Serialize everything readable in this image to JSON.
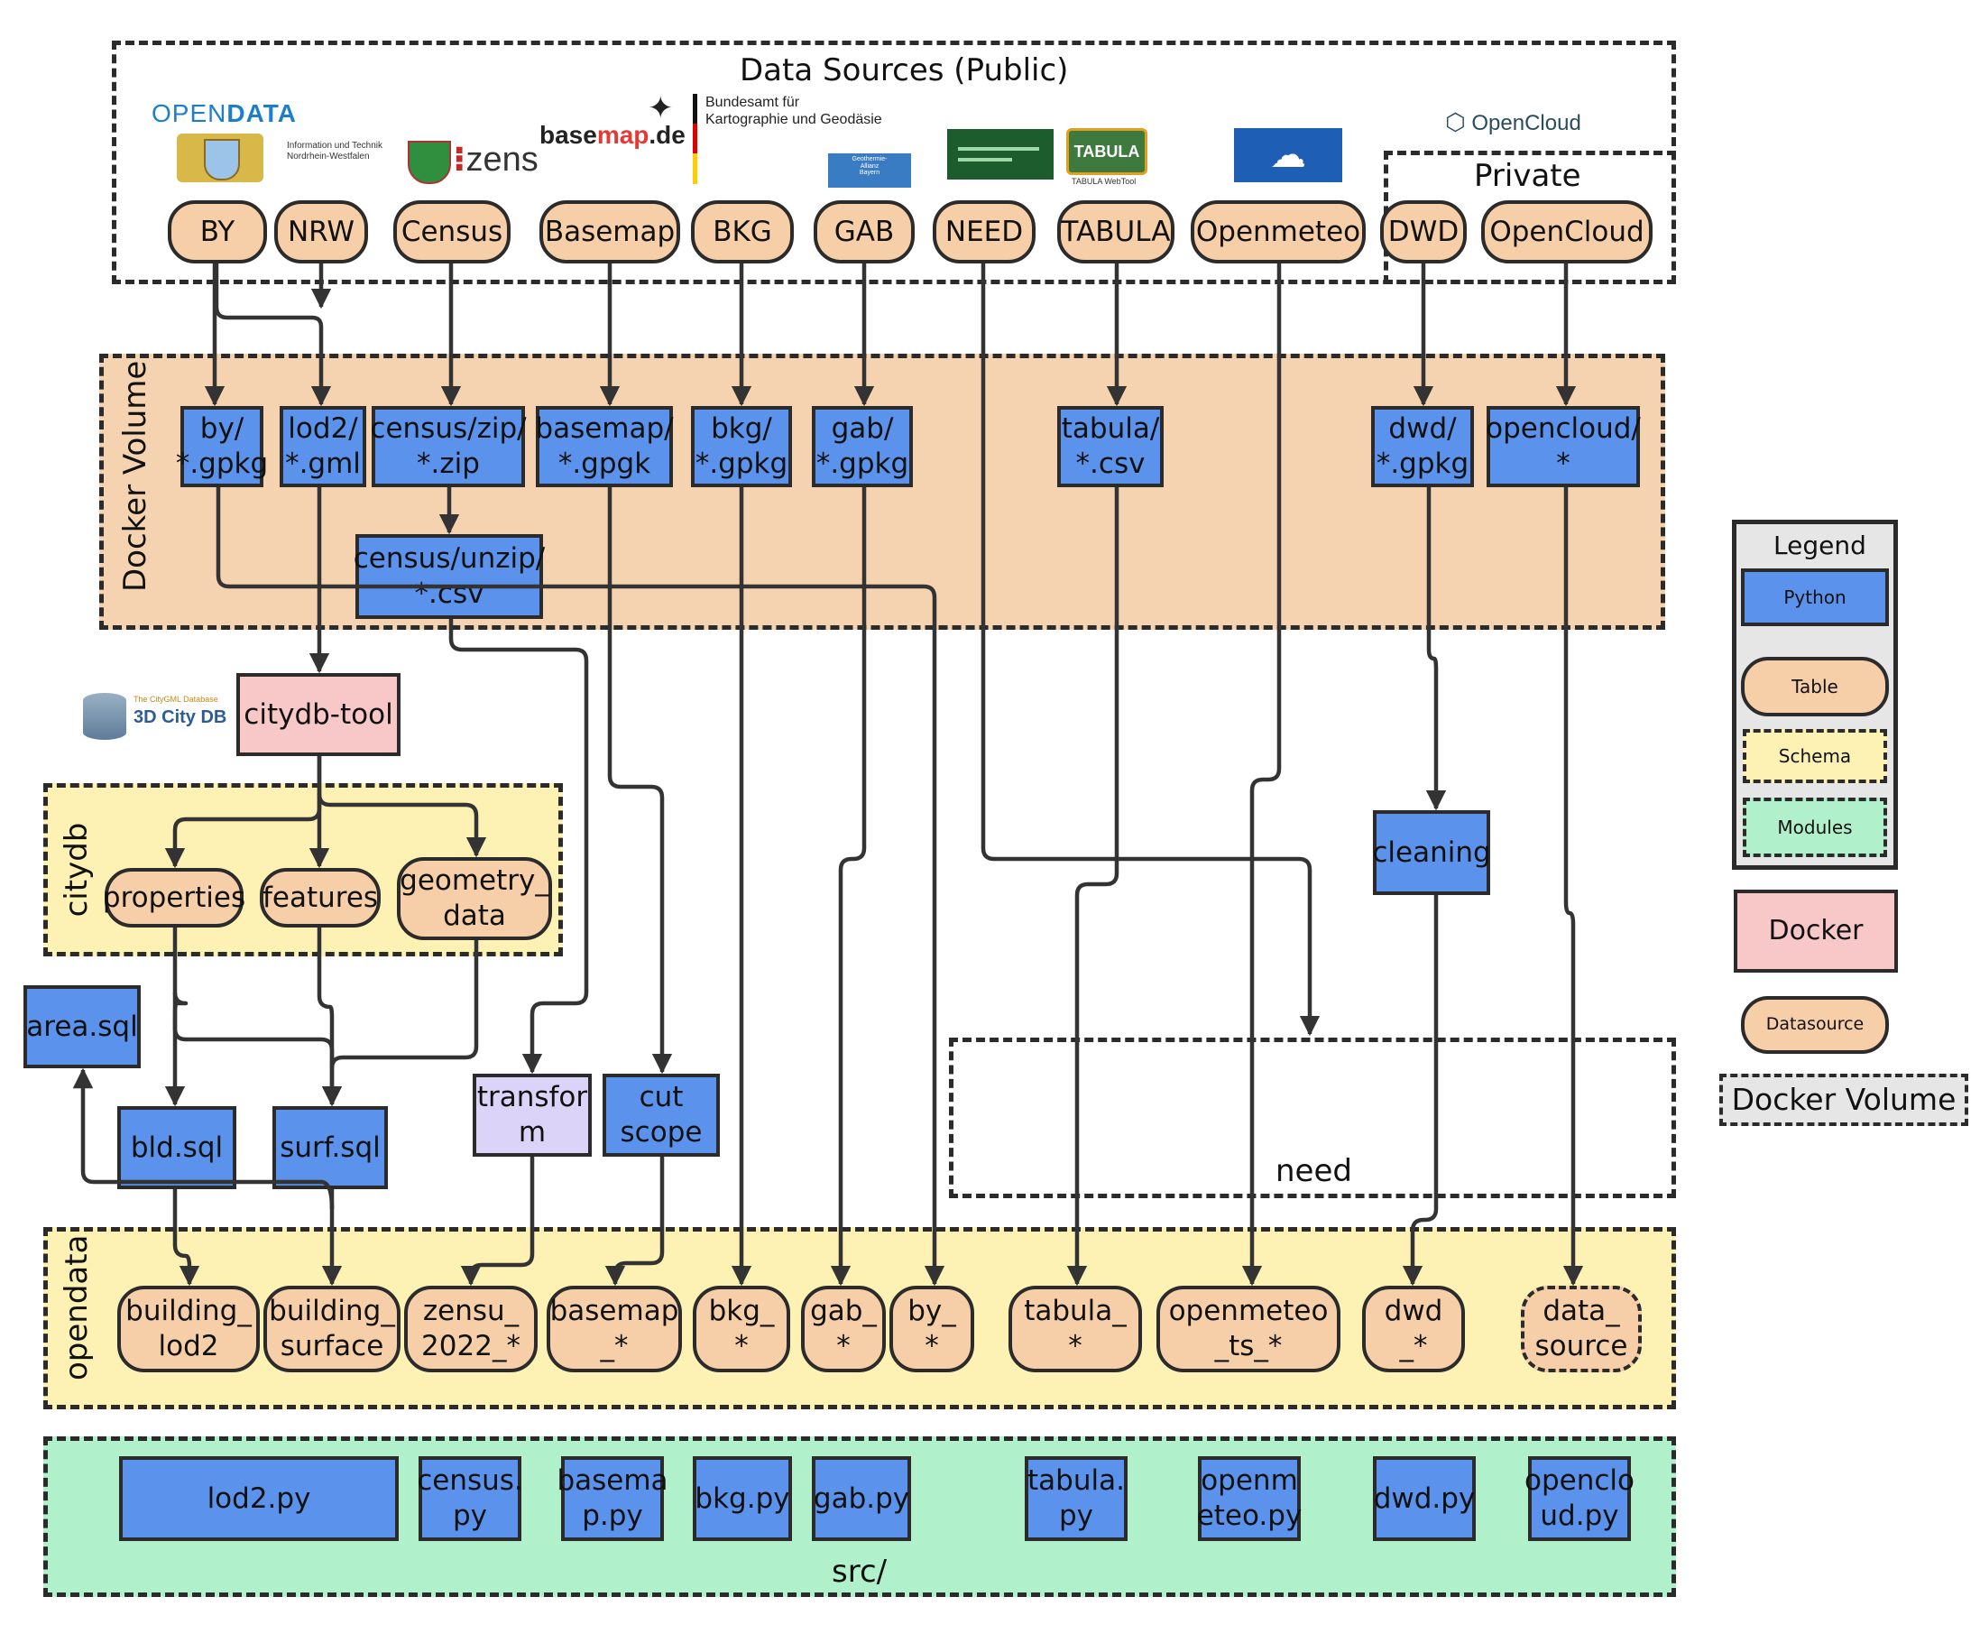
{
  "regions": {
    "data_sources": "Data Sources (Public)",
    "private": "Private",
    "docker_volume": "Docker Volume",
    "citydb": "citydb",
    "opendata": "opendata",
    "src": "src/",
    "need": "need"
  },
  "logos": {
    "opendata_a": "OPEN",
    "opendata_b": "DATA",
    "it_nrw": "Information und Technik\nNordrhein-Westfalen",
    "zensus": "zens",
    "basemap_a": "base",
    "basemap_b": "map",
    "basemap_c": ".de",
    "bkg": "Bundesamt für\nKartographie und Geodäsie",
    "gab": "Geothermie-\nAllianz\nBayern",
    "tabula": "TABULA",
    "tabula_sub": "TABULA WebTool",
    "opencloud": "OpenCloud",
    "citydb_a": "The CityGML Database",
    "citydb_b": "3D City DB"
  },
  "sources": {
    "by": "BY",
    "nrw": "NRW",
    "census": "Census",
    "basemap": "Basemap",
    "bkg": "BKG",
    "gab": "GAB",
    "need": "NEED",
    "tabula": "TABULA",
    "openmeteo": "Openmeteo",
    "dwd": "DWD",
    "opencloud": "OpenCloud"
  },
  "volume": {
    "by": "by/\n*.gpkg",
    "lod2": "lod2/\n*.gml",
    "census_zip": "census/zip/\n*.zip",
    "basemap": "basemap/\n*.gpgk",
    "bkg": "bkg/\n*.gpkg",
    "gab": "gab/\n*.gpkg",
    "tabula": "tabula/\n*.csv",
    "dwd": "dwd/\n*.gpkg",
    "opencloud": "opencloud/\n*",
    "census_unzip": "census/unzip/\n*.csv"
  },
  "middle": {
    "citydb_tool": "citydb-tool",
    "properties": "properties",
    "features": "features",
    "geometry_data": "geometry_\ndata",
    "area_sql": "area.sql",
    "bld_sql": "bld.sql",
    "surf_sql": "surf.sql",
    "transform": "transfor\nm",
    "cut_scope": "cut\nscope",
    "cleaning": "cleaning"
  },
  "opendata_tables": {
    "building_lod2": "building_\nlod2",
    "building_surface": "building_\nsurface",
    "zensu": "zensu_\n2022_*",
    "basemap": "basemap\n_*",
    "bkg": "bkg_\n*",
    "gab": "gab_\n*",
    "by": "by_\n*",
    "tabula": "tabula_\n*",
    "openmeteo": "openmeteo\n_ts_*",
    "dwd": "dwd\n_*",
    "data_source": "data_\nsource"
  },
  "modules": {
    "lod2": "lod2.py",
    "census": "census.\npy",
    "basemap": "basema\np.py",
    "bkg": "bkg.py",
    "gab": "gab.py",
    "tabula": "tabula.\npy",
    "openmeteo": "openm\neteo.py",
    "dwd": "dwd.py",
    "opencloud": "openclo\nud.py"
  },
  "legend": {
    "title": "Legend",
    "python": "Python",
    "table": "Table",
    "schema": "Schema",
    "modules": "Modules",
    "docker": "Docker",
    "datasource": "Datasource",
    "docker_volume": "Docker Volume"
  },
  "colors": {
    "python": "#5b93ec",
    "table": "#f6cfa8",
    "schema": "#fdf2b4",
    "modules": "#b0f0cb",
    "docker": "#f8c7c8",
    "volume_bg": "#f6d3b0",
    "transform": "#dcd4f8",
    "line": "#333333"
  }
}
